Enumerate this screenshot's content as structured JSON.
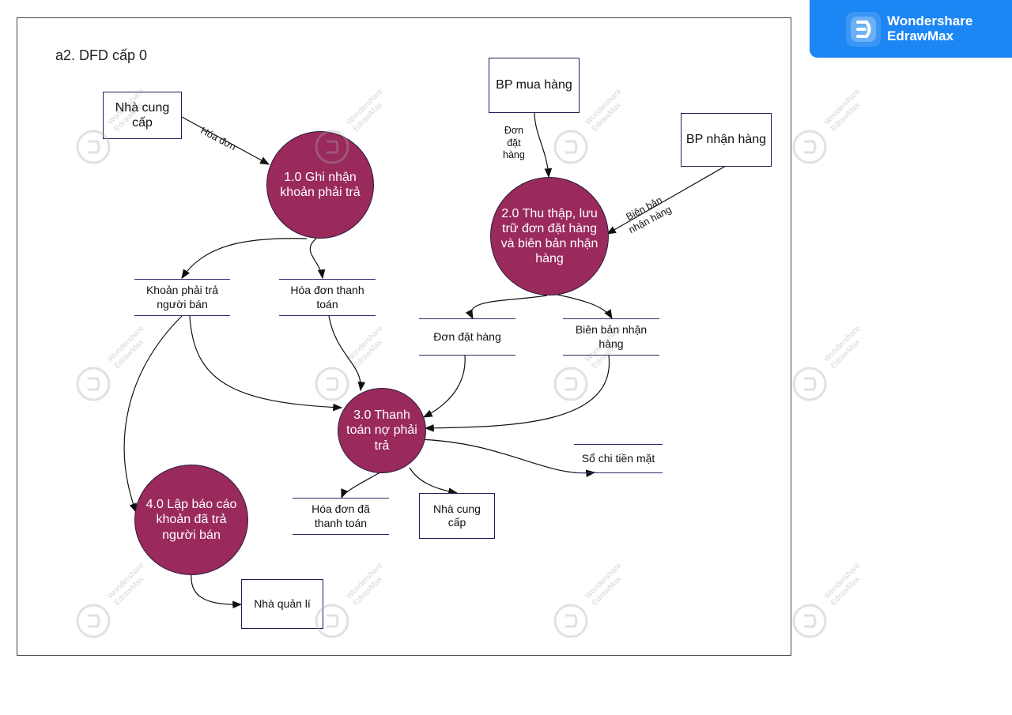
{
  "diagram": {
    "title": "a2. DFD cấp 0"
  },
  "entities": {
    "supplier_top": "Nhà cung\ncấp",
    "purchasing": "BP mua hàng",
    "receiving": "BP nhận hàng",
    "supplier_bottom": "Nhà cung\ncấp",
    "manager": "Nhà quản lí"
  },
  "processes": {
    "p1": "1.0 Ghi nhận\nkhoản phải trả",
    "p2": "2.0 Thu thập, lưu\ntrữ đơn đặt hàng\nvà biên bản nhận\nhàng",
    "p3": "3.0 Thanh\ntoán nợ phải\ntrả",
    "p4": "4.0 Lập báo cáo\nkhoản đã trả\nngười bán"
  },
  "stores": {
    "payables": "Khoản phải trả\nngười bán",
    "payment_invoice": "Hóa đơn thanh\ntoán",
    "purchase_order": "Đơn đặt hàng",
    "receiving_report": "Biên bản nhận\nhàng",
    "cash_book": "Sổ chi tiền mặt",
    "paid_invoice": "Hóa đơn đã\nthanh toán"
  },
  "flow_labels": {
    "invoice": "Hóa đơn",
    "order": "Đơn\nđặt\nhàng",
    "receipt": "Biên bản\nnhận hàng"
  },
  "brand": {
    "line1": "Wondershare",
    "line2": "EdrawMax"
  },
  "watermark": {
    "line1": "Wondershare",
    "line2": "EdrawMax"
  },
  "colors": {
    "process_fill": "#9a2a5c",
    "store_line": "#2b2b6b",
    "brand_blue": "#1d86f5"
  }
}
